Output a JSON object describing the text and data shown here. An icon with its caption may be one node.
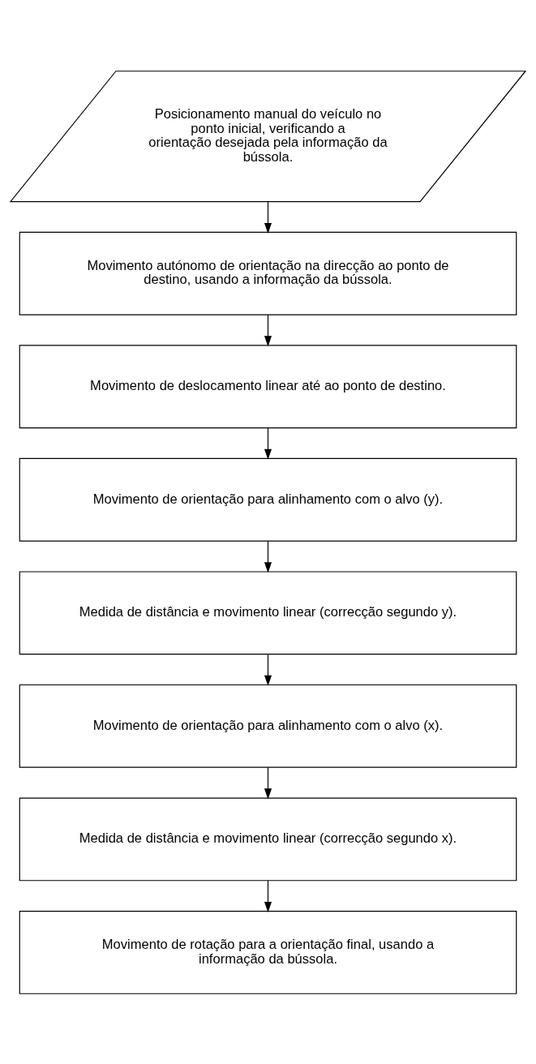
{
  "diagram": {
    "nodes": [
      {
        "text": [
          "Posicionamento manual do veículo no ponto inicial, verificando a orientação desejada pela informação da bússola."
        ]
      },
      {
        "text": [
          "Movimento autónomo de orientação na direcção ao ponto de destino, usando a informação da bússola."
        ]
      },
      {
        "text": [
          "Movimento de deslocamento linear até ao ponto de destino."
        ]
      },
      {
        "text": [
          "Movimento de orientação para alinhamento com o alvo (y)."
        ]
      },
      {
        "text": [
          "Medida de distância e movimento linear (correcção segundo y)."
        ]
      },
      {
        "text": [
          "Movimento de orientação para alinhamento com o alvo (x)."
        ]
      },
      {
        "text": [
          "Medida de distância e movimento linear (correcção segundo x)."
        ]
      },
      {
        "text": [
          "Movimento de rotação para a orientação final, usando a informação da bússola."
        ]
      }
    ],
    "edges": [
      {
        "from": 0,
        "to": 1,
        "arrow": "to"
      },
      {
        "from": 1,
        "to": 2,
        "arrow": "to"
      },
      {
        "from": 2,
        "to": 3,
        "arrow": "to"
      },
      {
        "from": 3,
        "to": 4,
        "arrow": "to"
      },
      {
        "from": 4,
        "to": 5,
        "arrow": "to"
      },
      {
        "from": 5,
        "to": 6,
        "arrow": "to"
      },
      {
        "from": 6,
        "to": 7,
        "arrow": "to"
      }
    ]
  }
}
